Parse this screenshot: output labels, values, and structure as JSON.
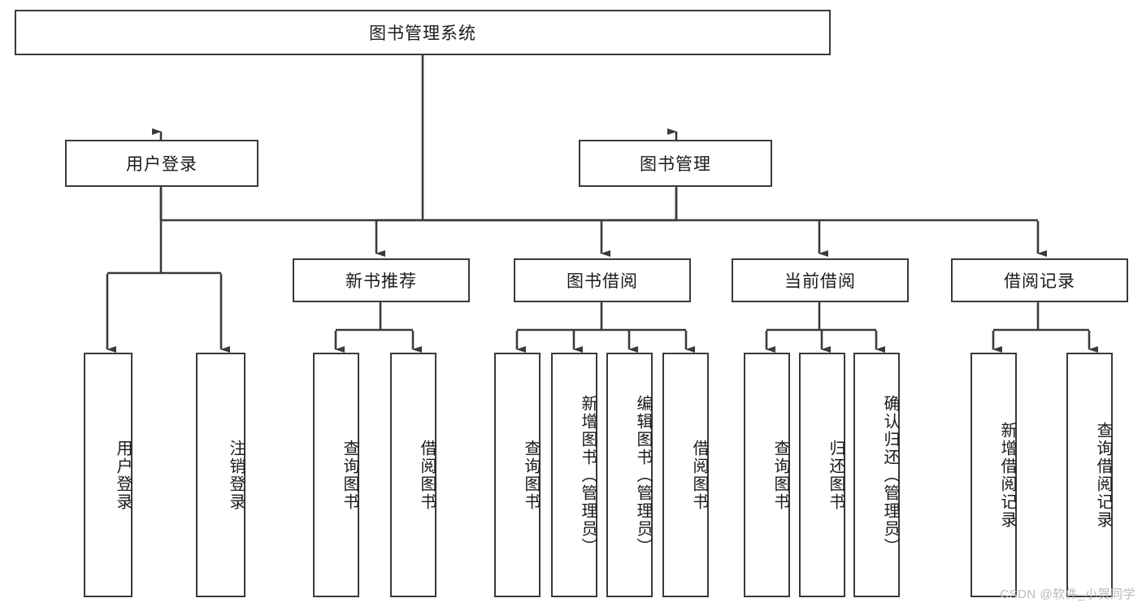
{
  "diagram": {
    "title": "图书管理系统",
    "type": "tree",
    "root": {
      "label": "图书管理系统"
    },
    "level1": [
      {
        "label": "用户登录"
      },
      {
        "label": "图书管理"
      }
    ],
    "level2": [
      {
        "label": "新书推荐"
      },
      {
        "label": "图书借阅"
      },
      {
        "label": "当前借阅"
      },
      {
        "label": "借阅记录"
      }
    ],
    "leaves": {
      "user_login": [
        {
          "label": "用户登录"
        },
        {
          "label": "注销登录"
        }
      ],
      "new_book_recommend": [
        {
          "label": "查询图书"
        },
        {
          "label": "借阅图书"
        }
      ],
      "book_borrow": [
        {
          "label": "查询图书"
        },
        {
          "label": "新增图书（管理员）"
        },
        {
          "label": "编辑图书（管理员）"
        },
        {
          "label": "借阅图书"
        }
      ],
      "current_borrow": [
        {
          "label": "查询图书"
        },
        {
          "label": "归还图书"
        },
        {
          "label": "确认归还（管理员）"
        }
      ],
      "borrow_record": [
        {
          "label": "新增借阅记录"
        },
        {
          "label": "查询借阅记录"
        }
      ]
    }
  },
  "watermark": {
    "text": "CSDN @软件_小贺同学"
  },
  "colors": {
    "stroke": "#3a3a3a",
    "background": "#ffffff",
    "text": "#1a1a1a",
    "watermark": "#b9b9b9"
  }
}
